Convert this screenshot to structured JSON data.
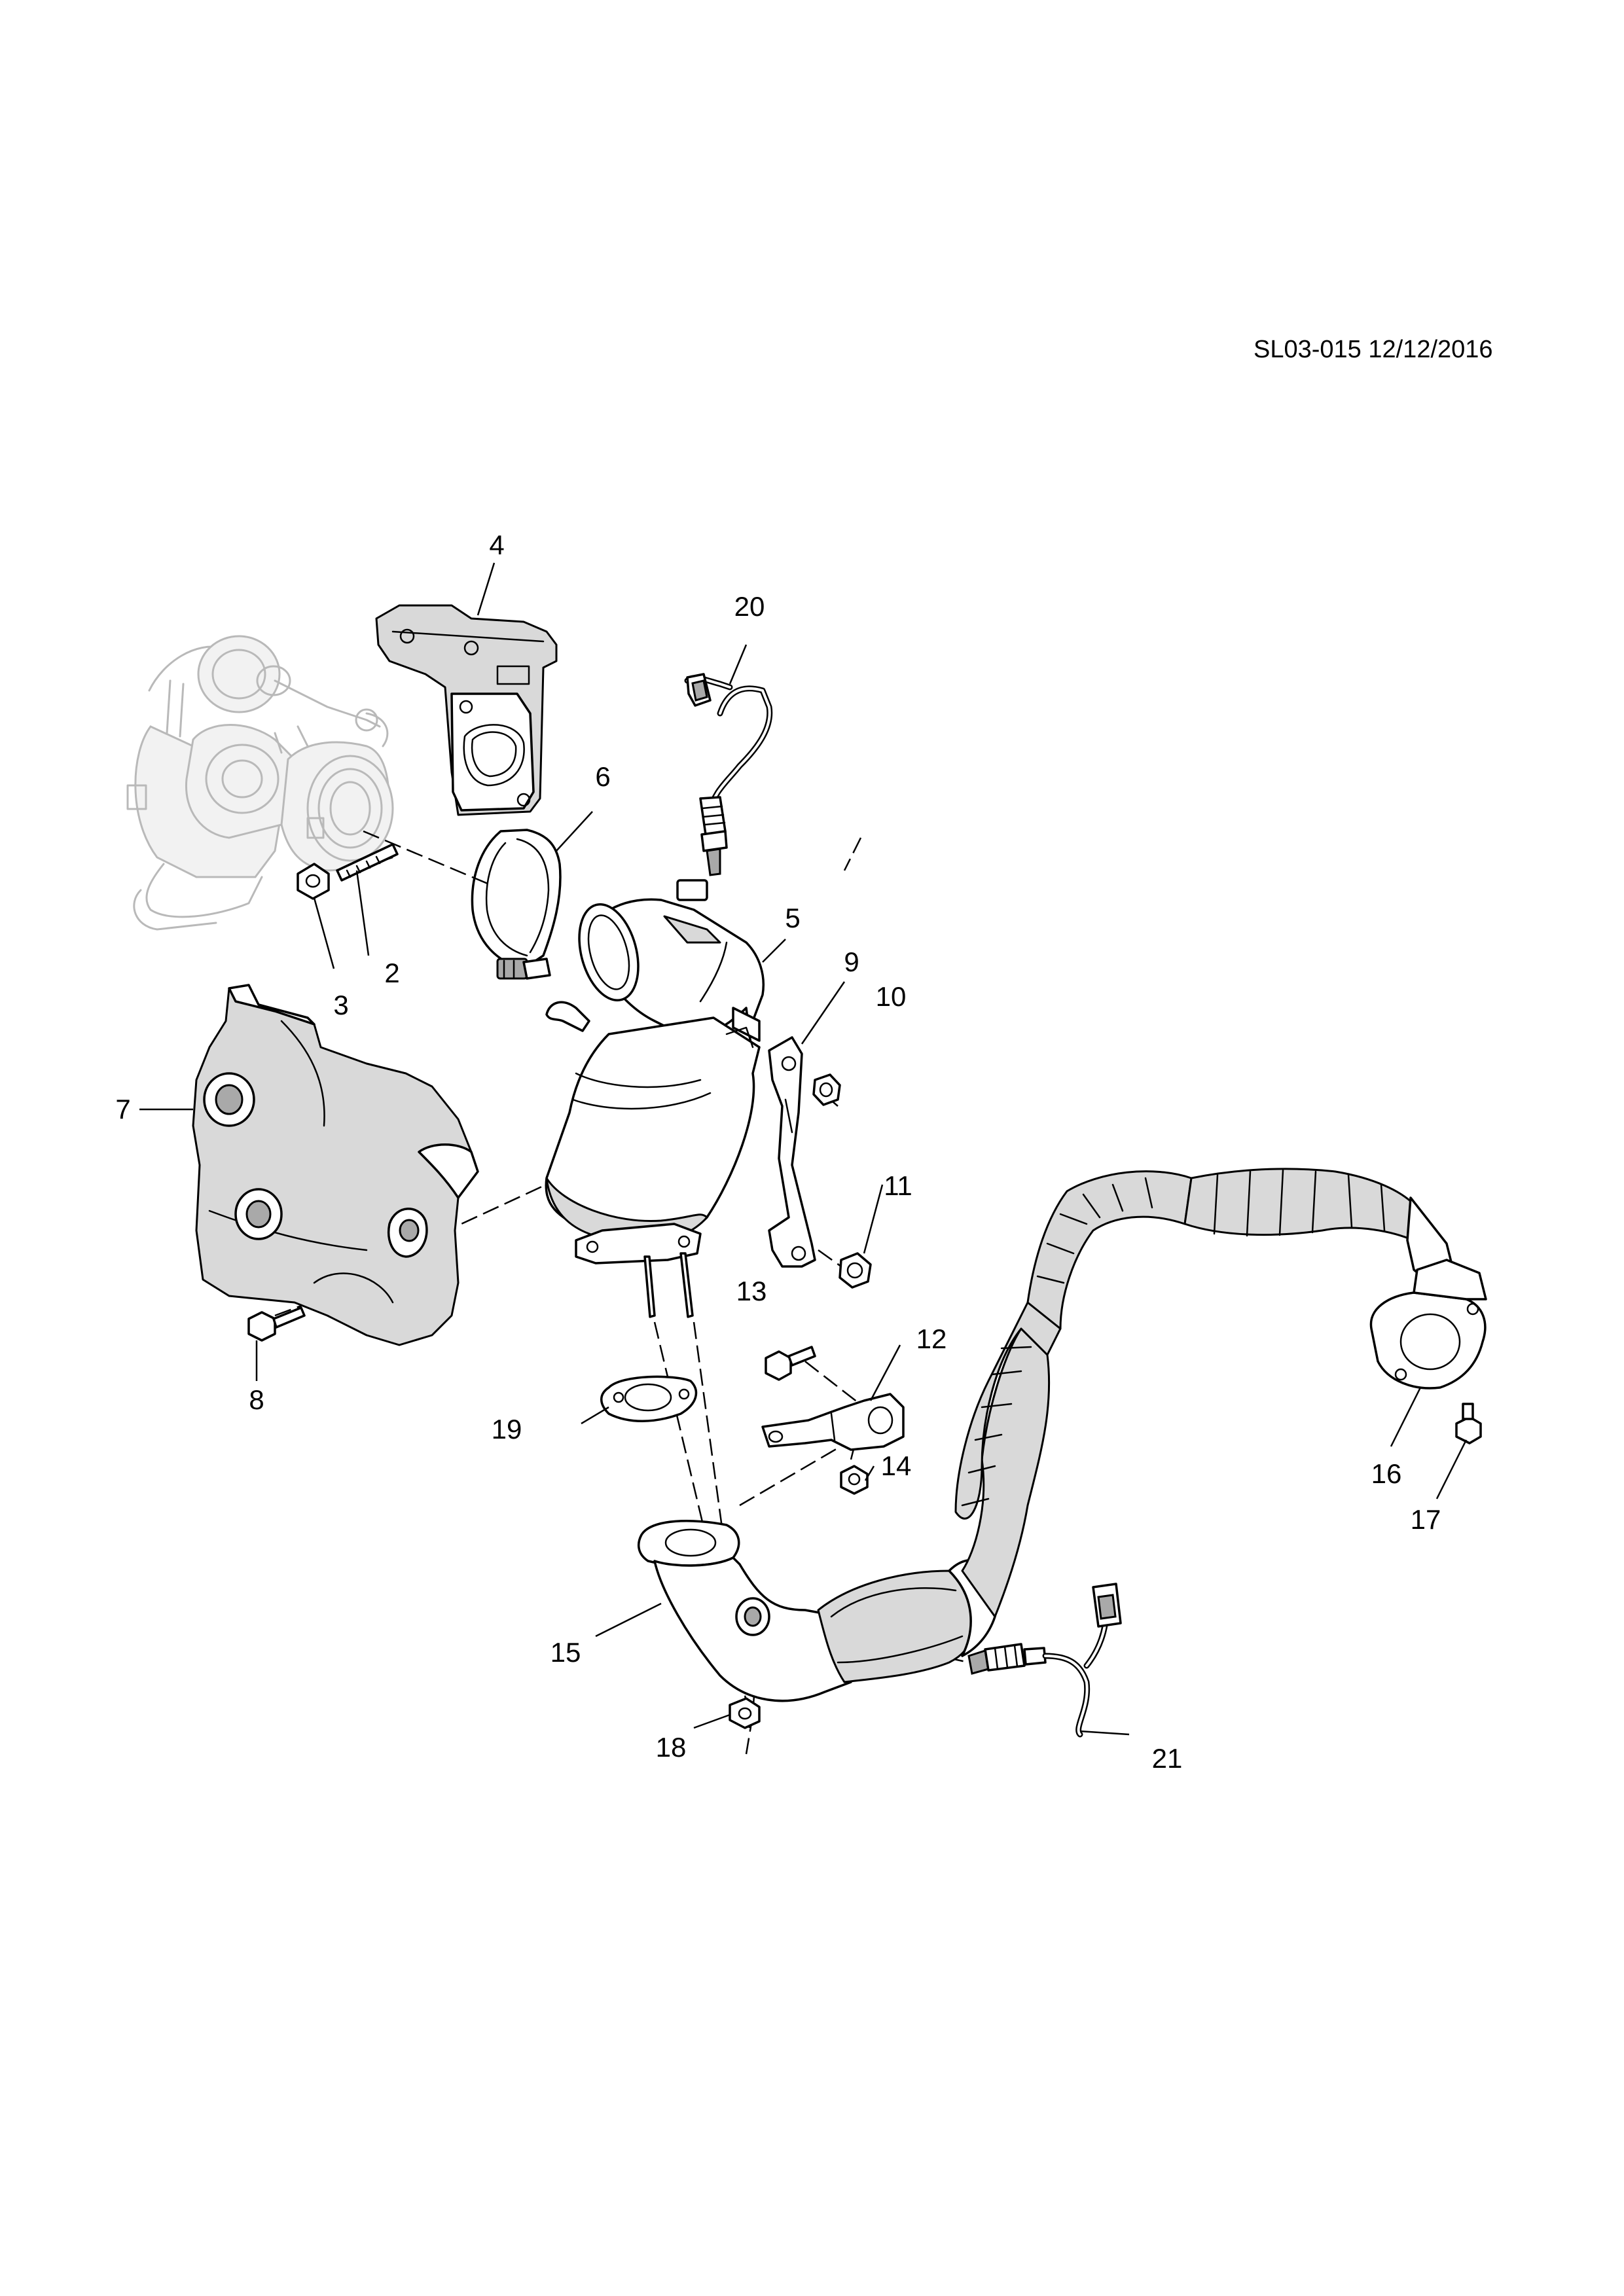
{
  "reference": "SL03-015 12/12/2016",
  "callouts": [
    {
      "id": "2",
      "label": "2"
    },
    {
      "id": "3",
      "label": "3"
    },
    {
      "id": "4",
      "label": "4"
    },
    {
      "id": "5",
      "label": "5"
    },
    {
      "id": "6",
      "label": "6"
    },
    {
      "id": "7",
      "label": "7"
    },
    {
      "id": "8",
      "label": "8"
    },
    {
      "id": "9",
      "label": "9"
    },
    {
      "id": "10",
      "label": "10"
    },
    {
      "id": "11",
      "label": "11"
    },
    {
      "id": "12",
      "label": "12"
    },
    {
      "id": "13",
      "label": "13"
    },
    {
      "id": "14",
      "label": "14"
    },
    {
      "id": "15",
      "label": "15"
    },
    {
      "id": "16",
      "label": "16"
    },
    {
      "id": "17",
      "label": "17"
    },
    {
      "id": "18",
      "label": "18"
    },
    {
      "id": "19",
      "label": "19"
    },
    {
      "id": "20",
      "label": "20"
    },
    {
      "id": "21",
      "label": "21"
    }
  ],
  "icons": {
    "turbocharger": "turbocharger-ghost-icon",
    "heat_shield_upper": "heat-shield-upper-icon",
    "catalytic_converter": "catalytic-converter-icon",
    "heat_shield_lower": "heat-shield-lower-icon",
    "exhaust_pipe": "exhaust-pipe-icon",
    "oxygen_sensor": "oxygen-sensor-icon"
  }
}
